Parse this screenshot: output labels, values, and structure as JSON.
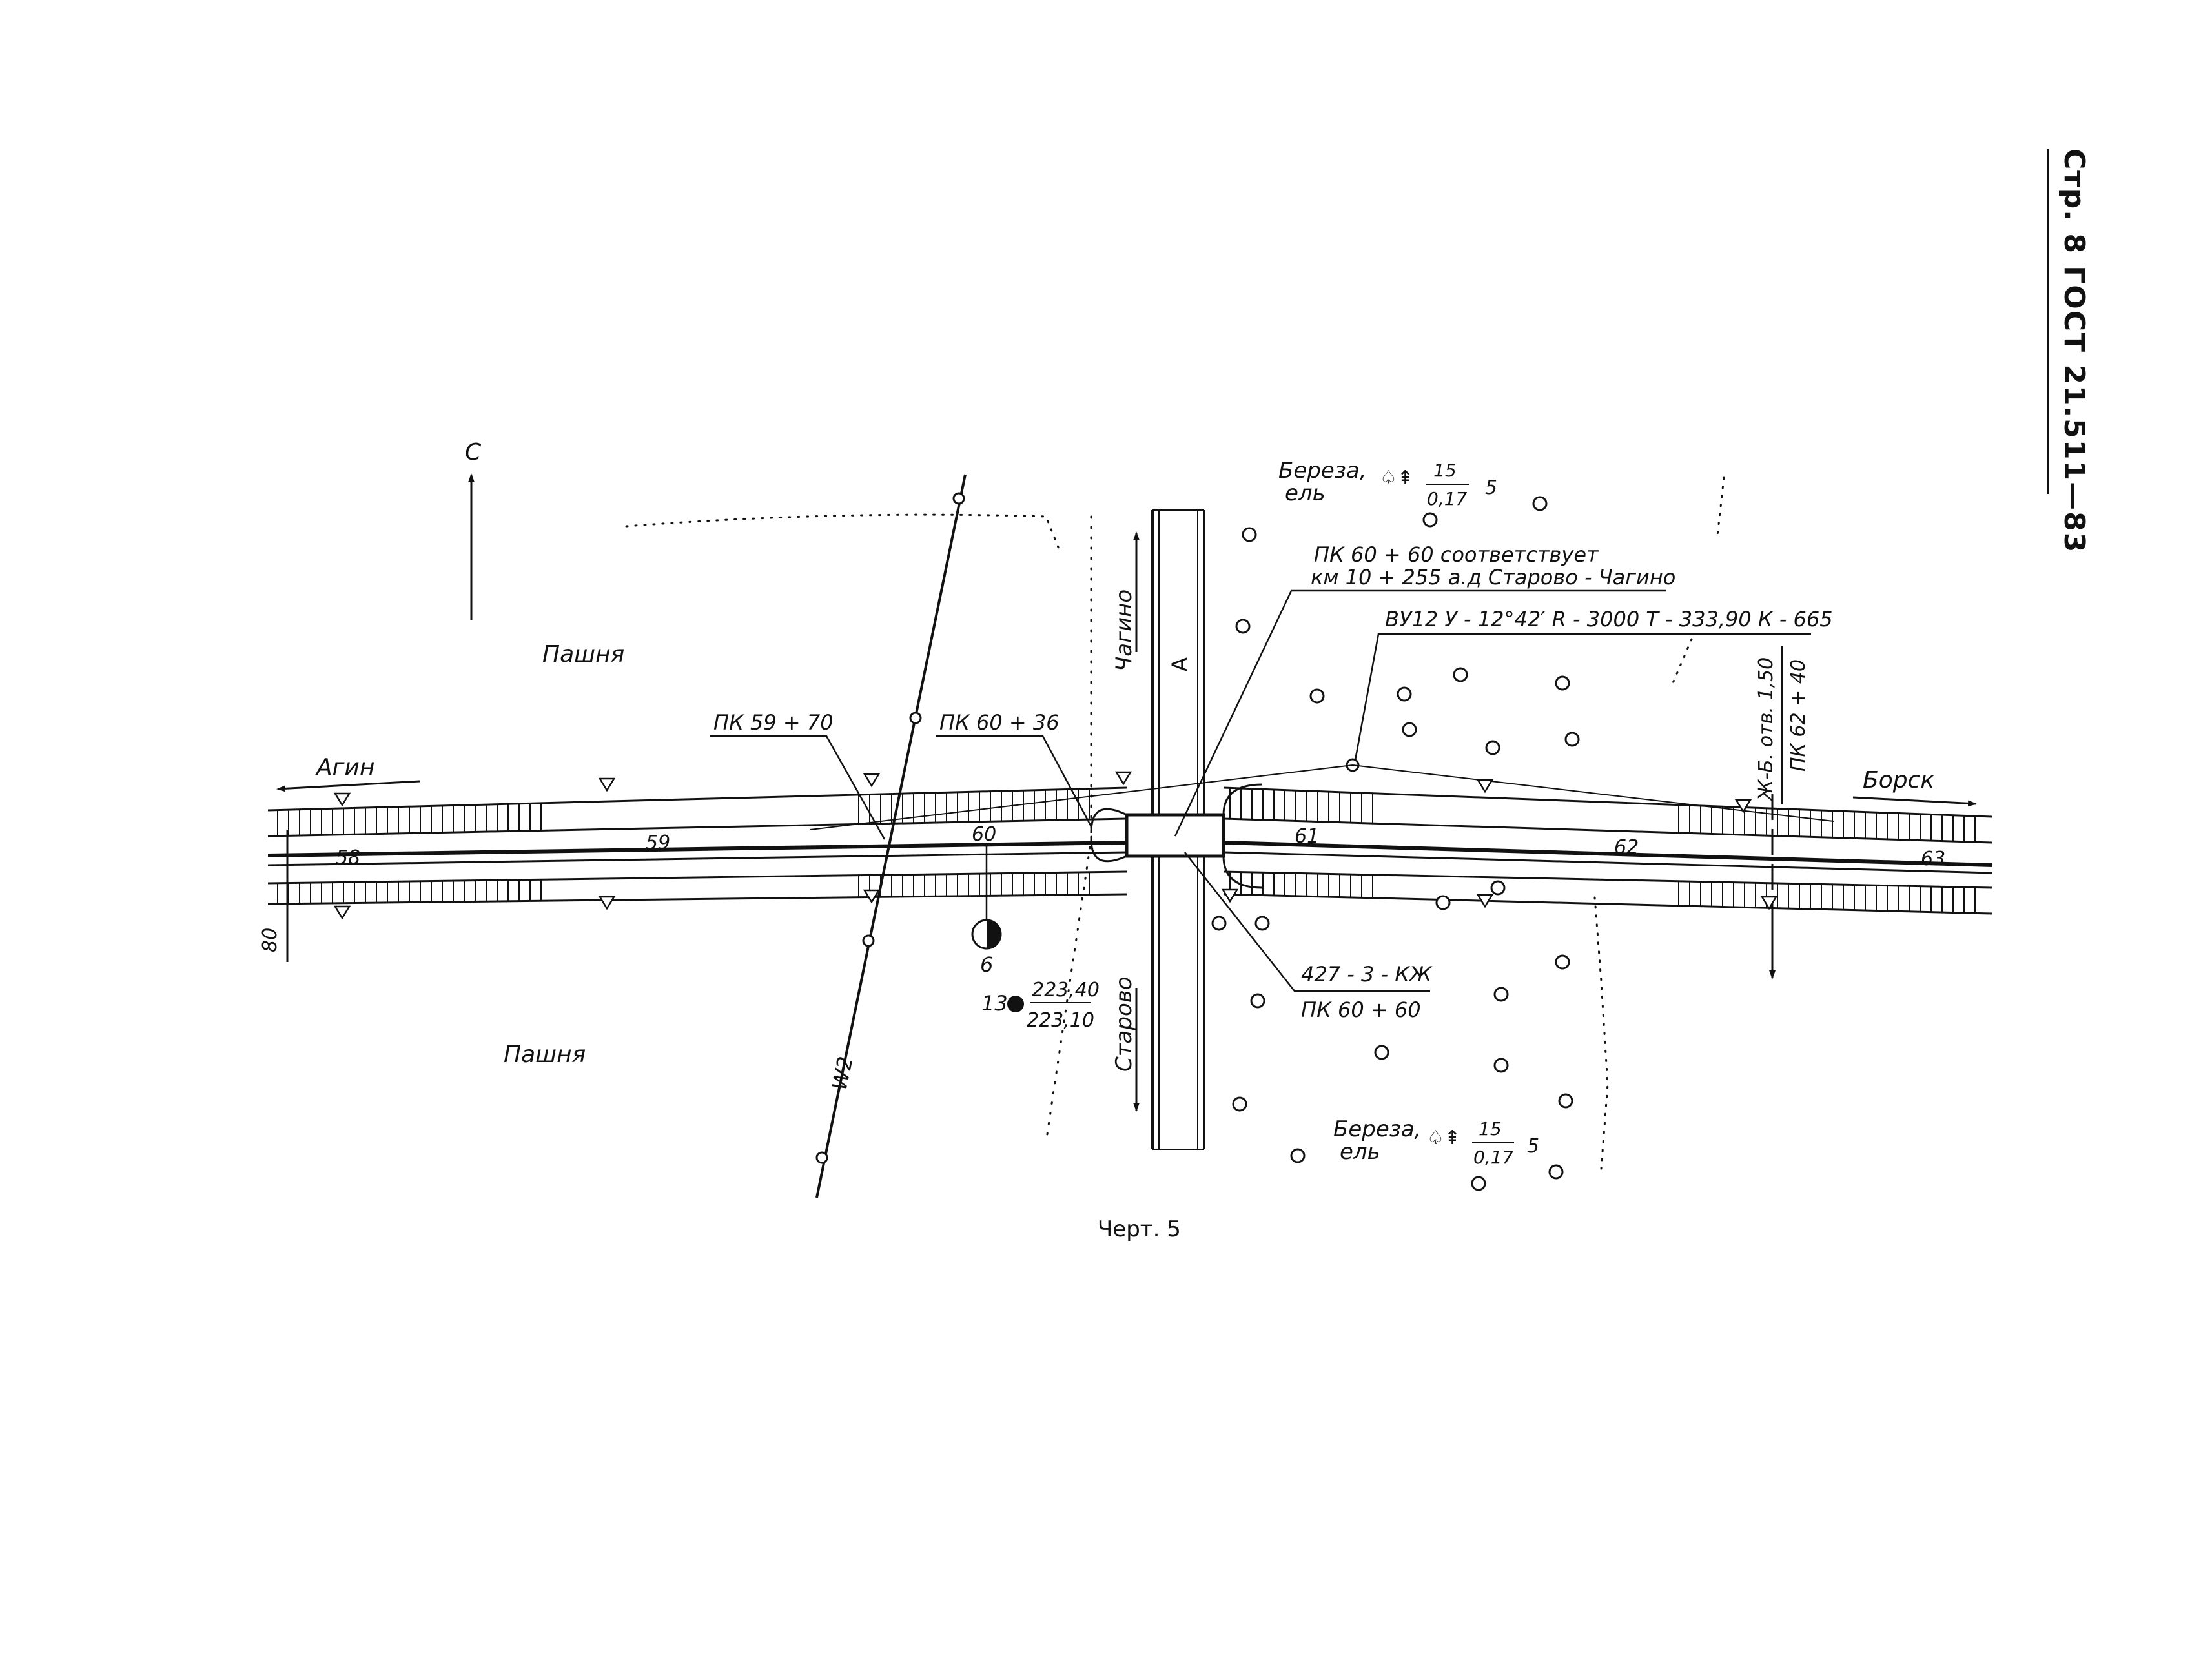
{
  "page_header": "Стр. 8  ГОСТ 21.511—83",
  "caption": "Черт. 5",
  "north_label": "С",
  "field_labels": [
    "Пашня",
    "Пашня"
  ],
  "directions": {
    "left": "Агин",
    "right": "Борск",
    "up": "Чагино",
    "down": "Старово"
  },
  "road_crossing_label": "А",
  "pickets": [
    "58",
    "59",
    "60",
    "61",
    "62",
    "63"
  ],
  "edge_mark": "80",
  "annotations": {
    "pk_59_70": "ПК 59 + 70",
    "pk_60_36": "ПК 60 + 36",
    "pk_60_60_note_line1": "ПК 60 + 60  соответствует",
    "pk_60_60_note_line2": "км 10 + 255 а.д Старово - Чагино",
    "vu12": "ВУ12  У - 12°42′  R - 3000  Т - 333,90  К - 665",
    "culvert_top": "427 - 3 - КЖ",
    "culvert_bottom": "ПК 60 + 60",
    "zhb_top": "Ж-Б. отв. 1,50",
    "zhb_bottom": "ПК 62 + 40",
    "borehole_number": "6",
    "benchmark_number": "13",
    "benchmark_top": "223,40",
    "benchmark_bottom": "223,10",
    "power_line": "W2"
  },
  "forest_top": {
    "species_line1": "Береза,",
    "species_line2": "ель",
    "fraction_top": "15",
    "fraction_bottom": "0,17",
    "distance": "5"
  },
  "forest_bottom": {
    "species_line1": "Береза,",
    "species_line2": "ель",
    "fraction_top": "15",
    "fraction_bottom": "0,17",
    "distance": "5"
  },
  "colors": {
    "ink": "#111111",
    "paper": "#ffffff"
  }
}
